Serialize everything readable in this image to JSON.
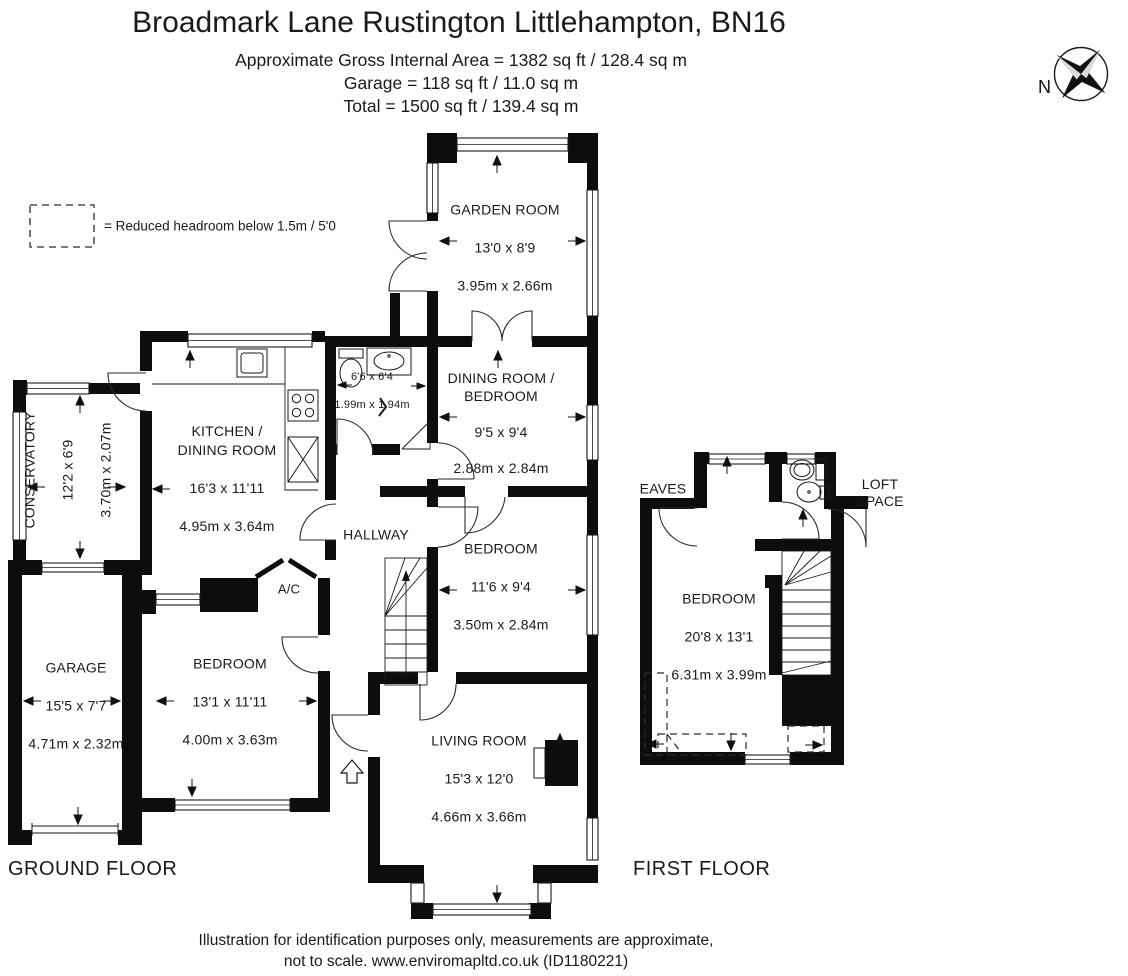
{
  "header": {
    "title": "Broadmark Lane Rustington Littlehampton, BN16",
    "area_line1": "Approximate Gross Internal Area = 1382 sq ft / 128.4 sq m",
    "area_line2": "Garage = 118 sq ft / 11.0 sq m",
    "area_line3": "Total = 1500 sq ft / 139.4 sq m"
  },
  "compass": {
    "north_label": "N"
  },
  "legend": {
    "text": "= Reduced headroom below 1.5m / 5'0"
  },
  "ground_floor": {
    "label": "GROUND FLOOR",
    "rooms": {
      "garden_room": {
        "name": "GARDEN ROOM",
        "imperial": "13'0 x 8'9",
        "metric": "3.95m x 2.66m"
      },
      "dining_room_bedroom": {
        "name": "DINING ROOM /\nBEDROOM",
        "imperial": "9'5 x 9'4",
        "metric": "2.88m x 2.84m"
      },
      "wc": {
        "imperial": "6'6 x 6'4",
        "metric": "1.99m x 1.94m"
      },
      "kitchen_dining_room": {
        "name": "KITCHEN /\nDINING ROOM",
        "imperial": "16'3 x 11'11",
        "metric": "4.95m x 3.64m"
      },
      "conservatory": {
        "name": "CONSERVATORY",
        "imperial": "12'2 x 6'9",
        "metric": "3.70m x 2.07m"
      },
      "hallway": {
        "name": "HALLWAY"
      },
      "airing_cupboard": {
        "name": "A/C"
      },
      "bedroom_middle": {
        "name": "BEDROOM",
        "imperial": "11'6 x 9'4",
        "metric": "3.50m x 2.84m"
      },
      "garage": {
        "name": "GARAGE",
        "imperial": "15'5 x 7'7",
        "metric": "4.71m x 2.32m"
      },
      "bedroom_front": {
        "name": "BEDROOM",
        "imperial": "13'1 x 11'11",
        "metric": "4.00m x 3.63m"
      },
      "living_room": {
        "name": "LIVING ROOM",
        "imperial": "15'3 x 12'0",
        "metric": "4.66m x 3.66m"
      }
    }
  },
  "first_floor": {
    "label": "FIRST FLOOR",
    "rooms": {
      "eaves": {
        "name": "EAVES"
      },
      "loft_space": {
        "name": "LOFT\nSPACE"
      },
      "bedroom": {
        "name": "BEDROOM",
        "imperial": "20'8 x 13'1",
        "metric": "6.31m x 3.99m"
      }
    }
  },
  "footer": {
    "line1": "Illustration for identification purposes only, measurements are approximate,",
    "line2": "not to scale. www.enviromapltd.co.uk (ID1180221)"
  }
}
